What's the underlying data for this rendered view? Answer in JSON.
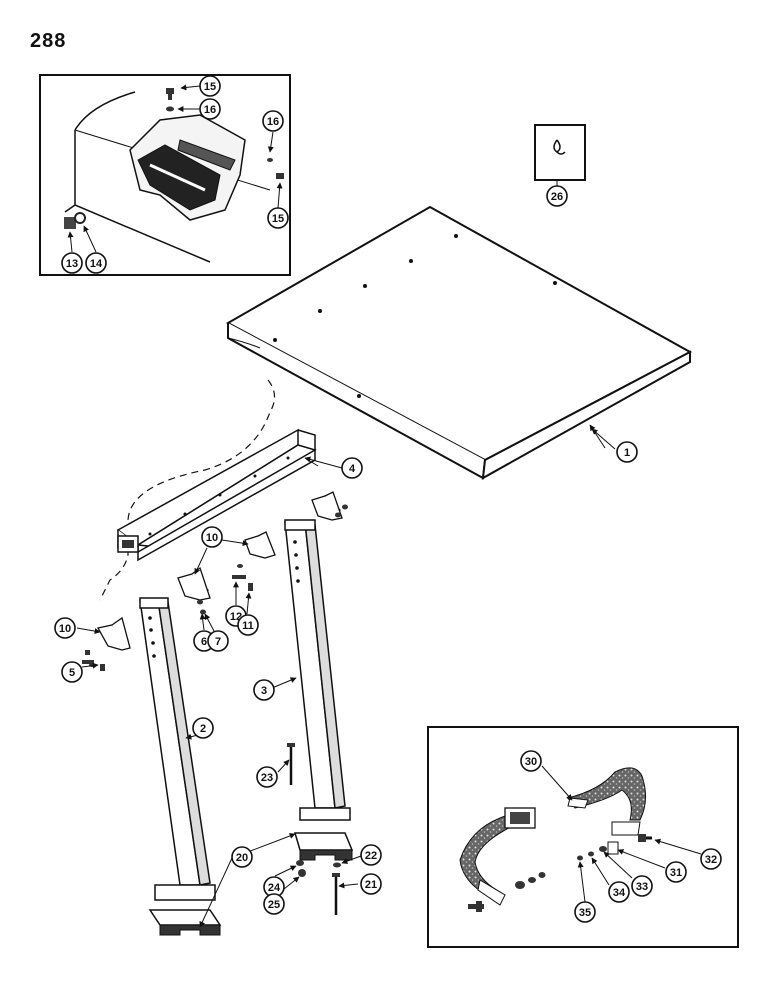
{
  "page_number": "288",
  "callouts": [
    {
      "id": "c15a",
      "label": "15"
    },
    {
      "id": "c16a",
      "label": "16"
    },
    {
      "id": "c16b",
      "label": "16"
    },
    {
      "id": "c15b",
      "label": "15"
    },
    {
      "id": "c13",
      "label": "13"
    },
    {
      "id": "c14",
      "label": "14"
    },
    {
      "id": "c26",
      "label": "26"
    },
    {
      "id": "c1",
      "label": "1"
    },
    {
      "id": "c4",
      "label": "4"
    },
    {
      "id": "c10a",
      "label": "10"
    },
    {
      "id": "c10b",
      "label": "10"
    },
    {
      "id": "c12",
      "label": "12"
    },
    {
      "id": "c11",
      "label": "11"
    },
    {
      "id": "c6",
      "label": "6"
    },
    {
      "id": "c7",
      "label": "7"
    },
    {
      "id": "c5",
      "label": "5"
    },
    {
      "id": "c3",
      "label": "3"
    },
    {
      "id": "c2",
      "label": "2"
    },
    {
      "id": "c23",
      "label": "23"
    },
    {
      "id": "c20",
      "label": "20"
    },
    {
      "id": "c24",
      "label": "24"
    },
    {
      "id": "c25",
      "label": "25"
    },
    {
      "id": "c22",
      "label": "22"
    },
    {
      "id": "c21",
      "label": "21"
    },
    {
      "id": "c30",
      "label": "30"
    },
    {
      "id": "c32",
      "label": "32"
    },
    {
      "id": "c31",
      "label": "31"
    },
    {
      "id": "c33",
      "label": "33"
    },
    {
      "id": "c34",
      "label": "34"
    },
    {
      "id": "c35",
      "label": "35"
    }
  ]
}
